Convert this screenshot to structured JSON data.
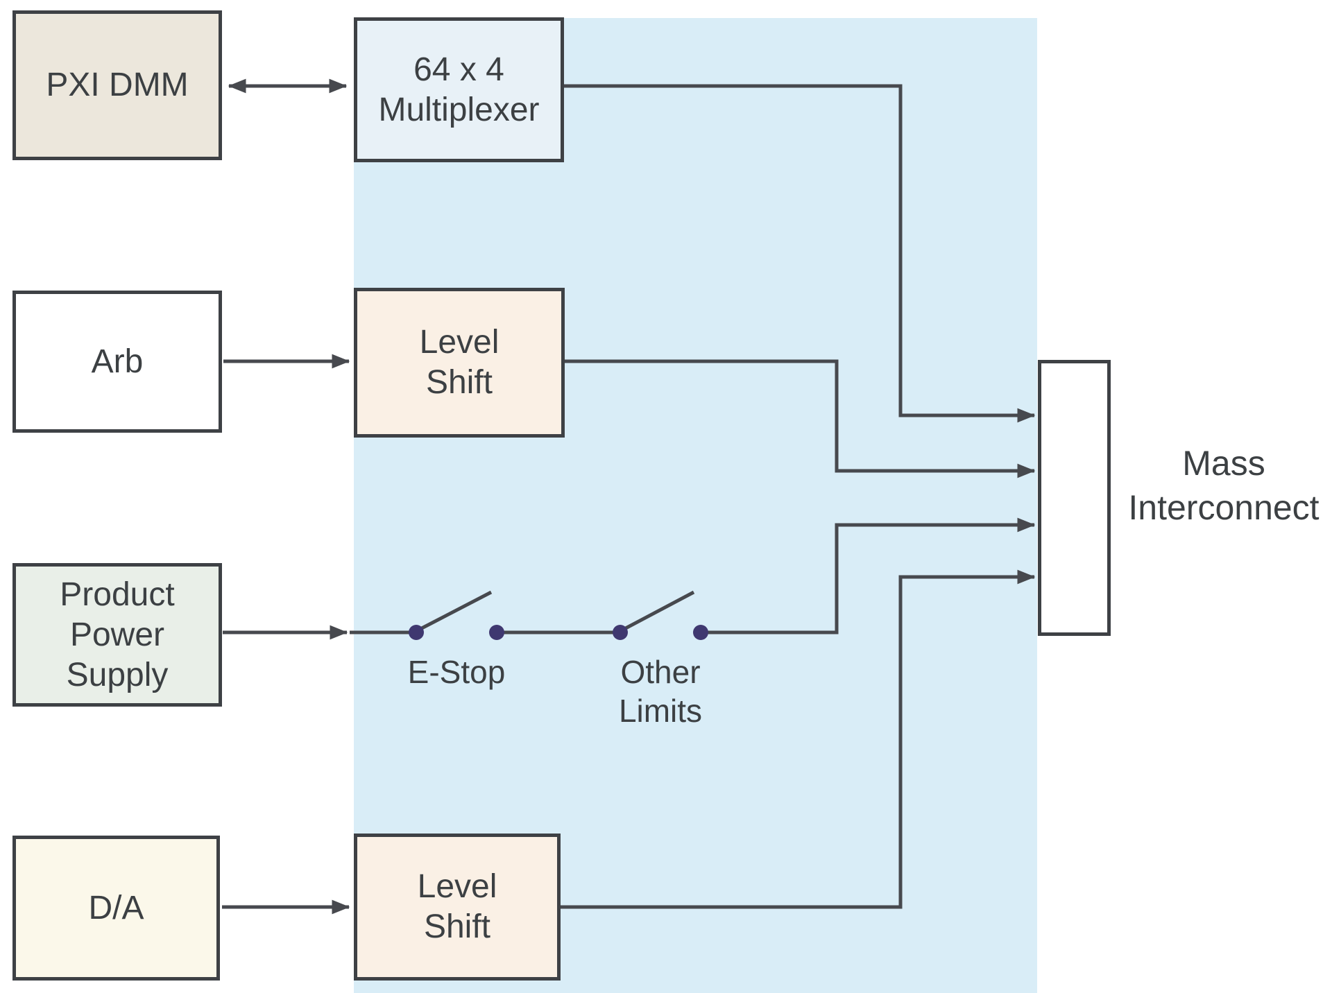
{
  "colors": {
    "background": "#ffffff",
    "panel": "#d9edf7",
    "connector": "#47494e",
    "node_border": "#3e4145",
    "text": "#3c4043",
    "switch_dot": "#3f3870"
  },
  "nodes": {
    "pxi_dmm": {
      "label": "PXI DMM",
      "fill": "#ece7dc"
    },
    "multiplexer": {
      "label": "64 x 4\nMultiplexer",
      "fill": "#e8f1f7"
    },
    "arb": {
      "label": "Arb",
      "fill": "#ffffff"
    },
    "level_shift_top": {
      "label": "Level\nShift",
      "fill": "#faf0e5"
    },
    "product_power_supply": {
      "label": "Product\nPower\nSupply",
      "fill": "#e9efe8"
    },
    "da": {
      "label": "D/A",
      "fill": "#fbf8ea"
    },
    "level_shift_bottom": {
      "label": "Level\nShift",
      "fill": "#faf0e5"
    },
    "mass_interconnect": {
      "label": "Mass\nInterconnect",
      "fill": "#ffffff"
    }
  },
  "switches": {
    "e_stop_label": "E-Stop",
    "other_limits_label": "Other\nLimits"
  }
}
